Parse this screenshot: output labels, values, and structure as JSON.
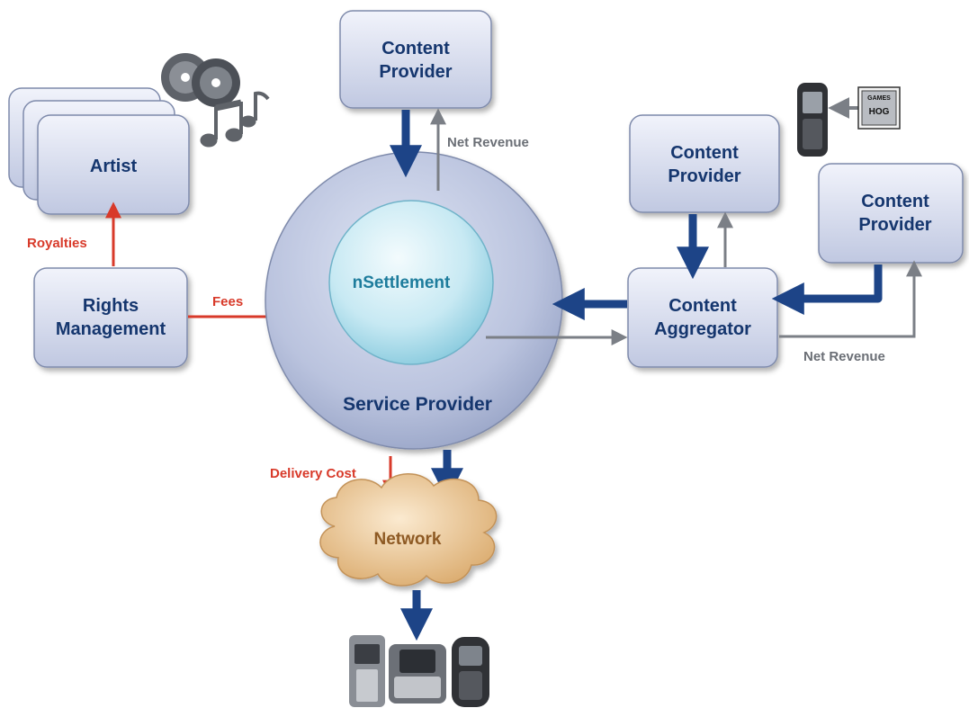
{
  "nodes": {
    "content_provider_top": [
      "Content",
      "Provider"
    ],
    "content_provider_mid": [
      "Content",
      "Provider"
    ],
    "content_provider_right": [
      "Content",
      "Provider"
    ],
    "artist": "Artist",
    "rights_management": [
      "Rights",
      "Management"
    ],
    "content_aggregator": [
      "Content",
      "Aggregator"
    ],
    "service_provider": "Service Provider",
    "nsettlement": "nSettlement",
    "network": "Network"
  },
  "flows": {
    "net_revenue_top": "Net Revenue",
    "net_revenue_right": "Net Revenue",
    "royalties": "Royalties",
    "fees": "Fees",
    "delivery_cost": "Delivery Cost"
  },
  "phone_decals": {
    "games_card": [
      "GAMES",
      "HOG"
    ]
  },
  "colors": {
    "box_fill_top": "#eef1fb",
    "box_fill_bottom": "#c3cbe3",
    "box_stroke": "#7e8aab",
    "text_navy": "#15366e",
    "nsettlement_text": "#1d7c9c",
    "arrow_blue": "#1d4487",
    "arrow_gray": "#7b7f86",
    "red": "#d83a2a",
    "network_text": "#8e5a24",
    "cloud_fill": "#e8c592",
    "phone_dark": "#303236"
  }
}
